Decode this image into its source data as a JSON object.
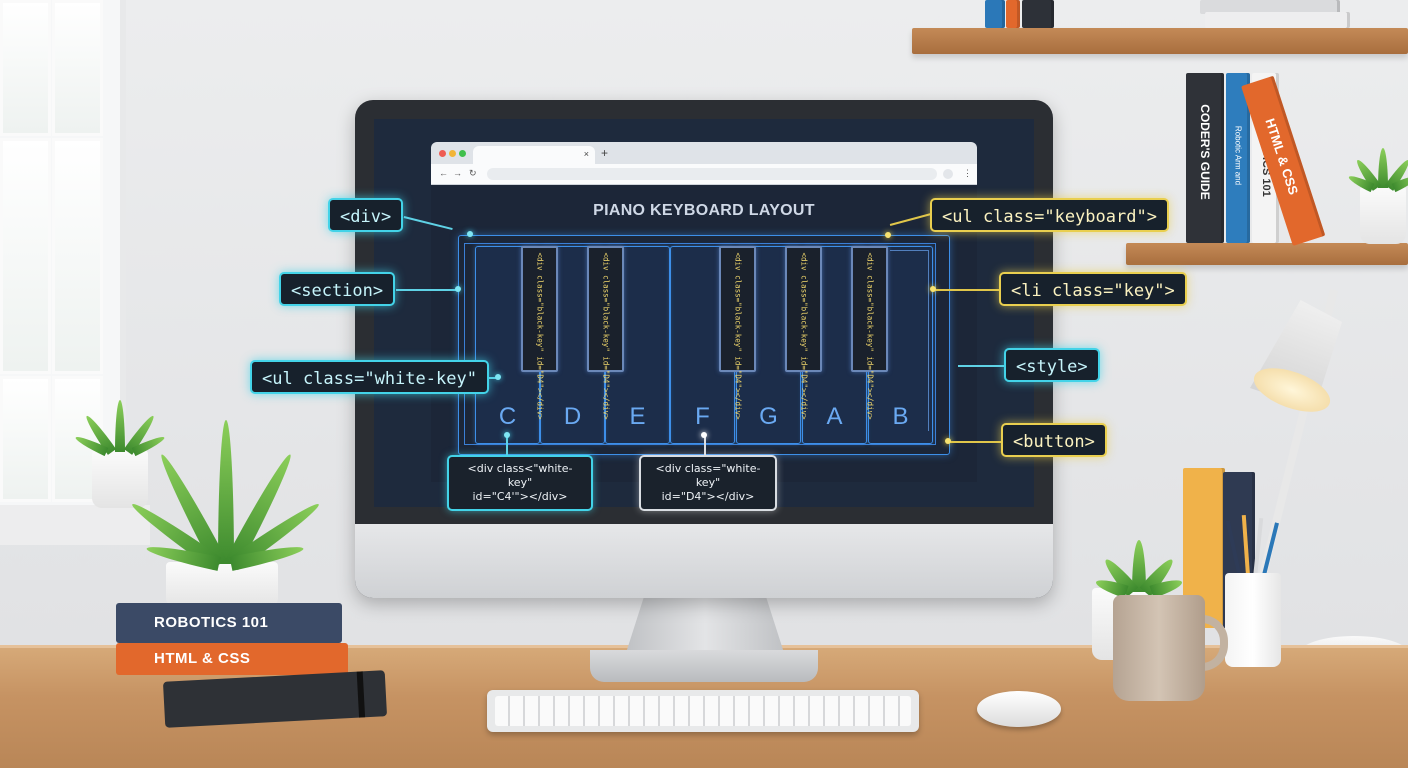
{
  "browser": {
    "tab_close": "×",
    "new_tab": "+",
    "nav_back": "←",
    "nav_forward": "→",
    "nav_reload": "↻",
    "menu": "⋮"
  },
  "page": {
    "title": "PIANO KEYBOARD LAYOUT"
  },
  "keyboard": {
    "white_keys": [
      "C",
      "D",
      "E",
      "F",
      "G",
      "A",
      "B"
    ],
    "black_keys": [
      "<div class=\"black-key\" id=\"D4\"></div>",
      "<div class=\"black-key\" id=\"D4\"></div>",
      "<div class=\"black-key\" id=\"D4\"></div>",
      "<div class=\"black-key\" id=\"D4\"></div>",
      "<div class=\"black-key\" id=\"D4\"></div>"
    ]
  },
  "annotations": {
    "div": "<div>",
    "section": "<section>",
    "ul_white_key": "<ul class=\"white-key\"",
    "ul_keyboard": "<ul class=\"keyboard\">",
    "li_key": "<li class=\"key\">",
    "style": "<style>",
    "button": "<button>",
    "code_c4_line1": "<div class<\"white-key\"",
    "code_c4_line2": "id=\"C4'\"></div>",
    "code_d4_line1": "<div class=\"white-key\"",
    "code_d4_line2": "id=\"D4\"></div>"
  },
  "shelf_books": {
    "book1": "CODER'S GUIDE",
    "book2": "Robotic Arm and",
    "book3": "ROBOTICS 101",
    "book4": "HTML & CSS"
  },
  "desk_books": {
    "book1": "ROBOTICS 101",
    "book2": "HTML & CSS"
  },
  "colors": {
    "cyan_accent": "#43d3e8",
    "yellow_accent": "#e9cf4f",
    "diagram_blue": "#3d8fe8",
    "screen_bg": "#1e2a3d"
  }
}
